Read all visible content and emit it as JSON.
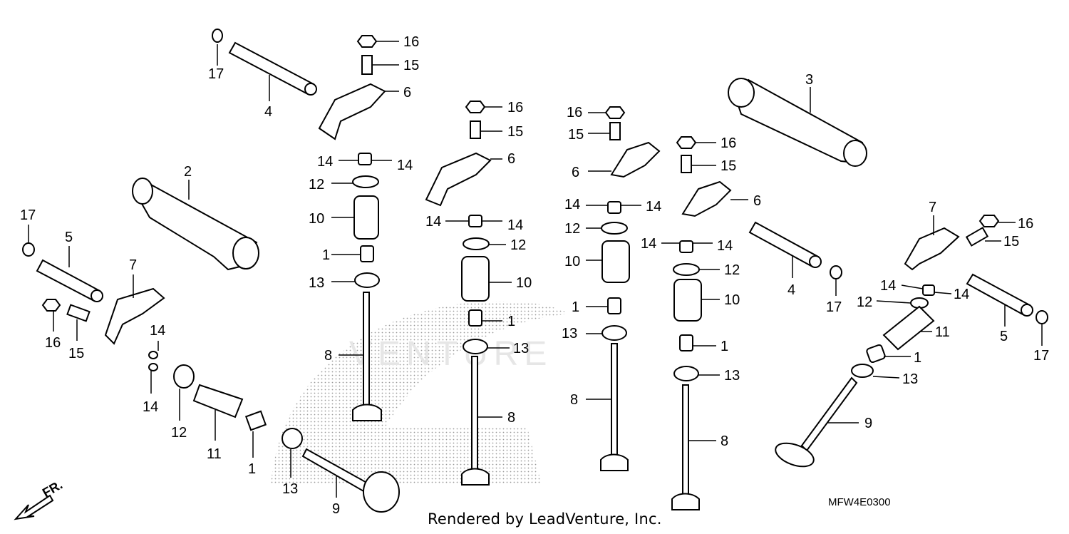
{
  "diagram_code": "MFW4E0300",
  "credit": "Rendered by LeadVenture, Inc.",
  "front_marker": "FR.",
  "watermark_text": "VENTURE",
  "callouts": [
    "16",
    "15",
    "17",
    "4",
    "6",
    "16",
    "15",
    "16",
    "15",
    "3",
    "16",
    "15",
    "14",
    "14",
    "12",
    "10",
    "1",
    "13",
    "8",
    "6",
    "2",
    "14",
    "14",
    "12",
    "10",
    "1",
    "13",
    "8",
    "6",
    "14",
    "14",
    "12",
    "10",
    "1",
    "13",
    "8",
    "6",
    "14",
    "14",
    "12",
    "10",
    "1",
    "13",
    "8",
    "17",
    "5",
    "7",
    "16",
    "15",
    "14",
    "14",
    "12",
    "11",
    "1",
    "13",
    "9",
    "7",
    "16",
    "15",
    "4",
    "17",
    "14",
    "12",
    "14",
    "11",
    "1",
    "13",
    "5",
    "17",
    "9"
  ]
}
